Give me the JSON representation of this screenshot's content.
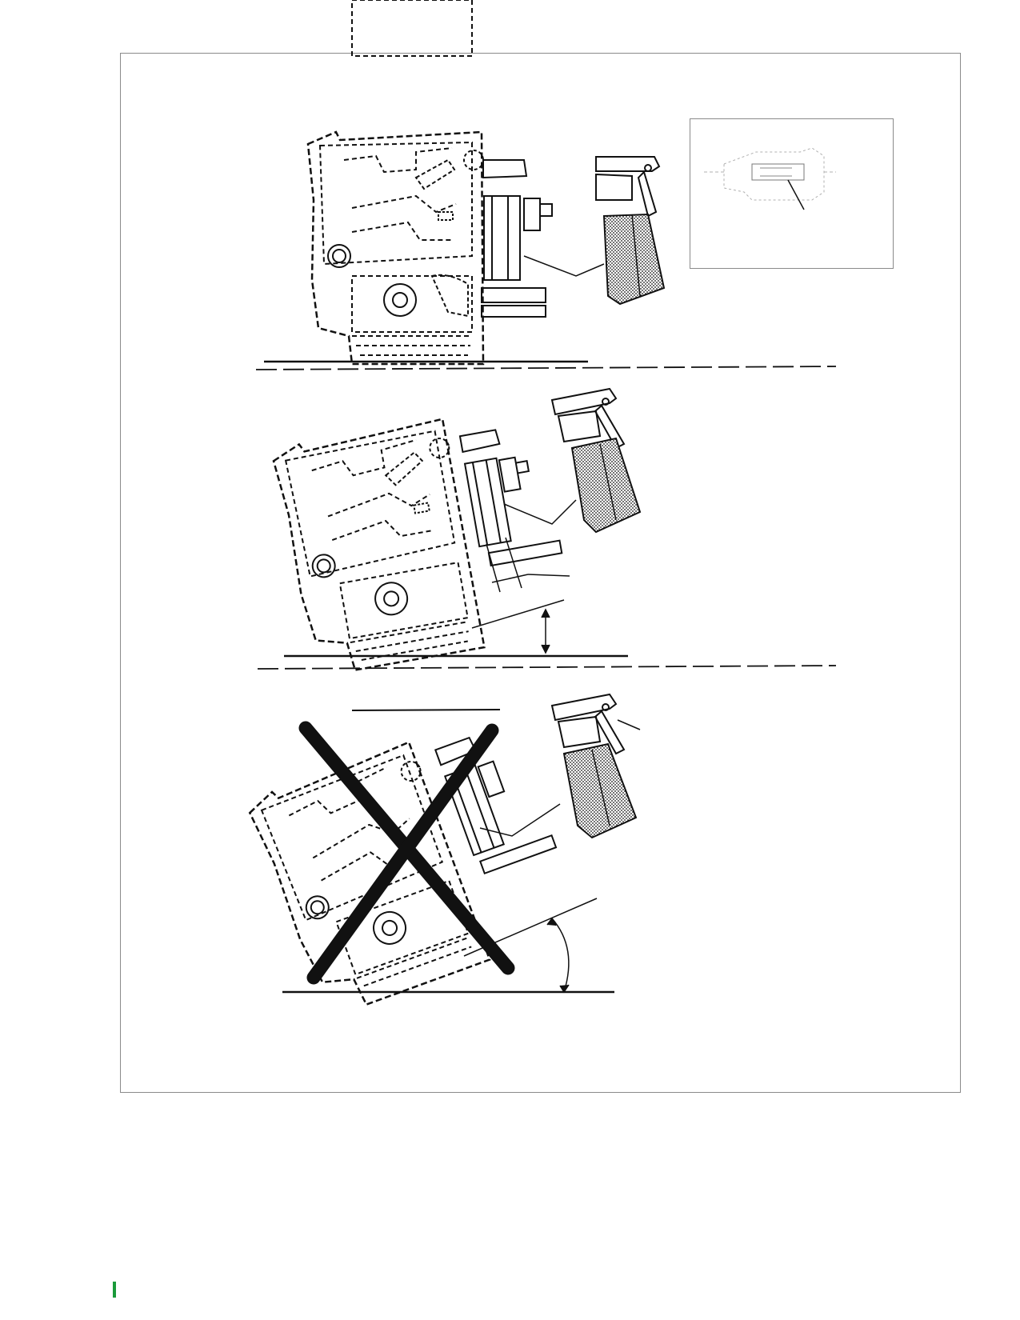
{
  "figure": {
    "panels": [
      {
        "id": "panel-1",
        "state": "level"
      },
      {
        "id": "panel-2",
        "state": "tilted"
      },
      {
        "id": "panel-3",
        "state": "over-tilted",
        "crossed_out": true
      }
    ],
    "inset": {
      "present": true
    },
    "labels": []
  },
  "colors": {
    "line": "#111111",
    "frame": "#8a8a8a",
    "page_mark": "#1a9a3a"
  }
}
